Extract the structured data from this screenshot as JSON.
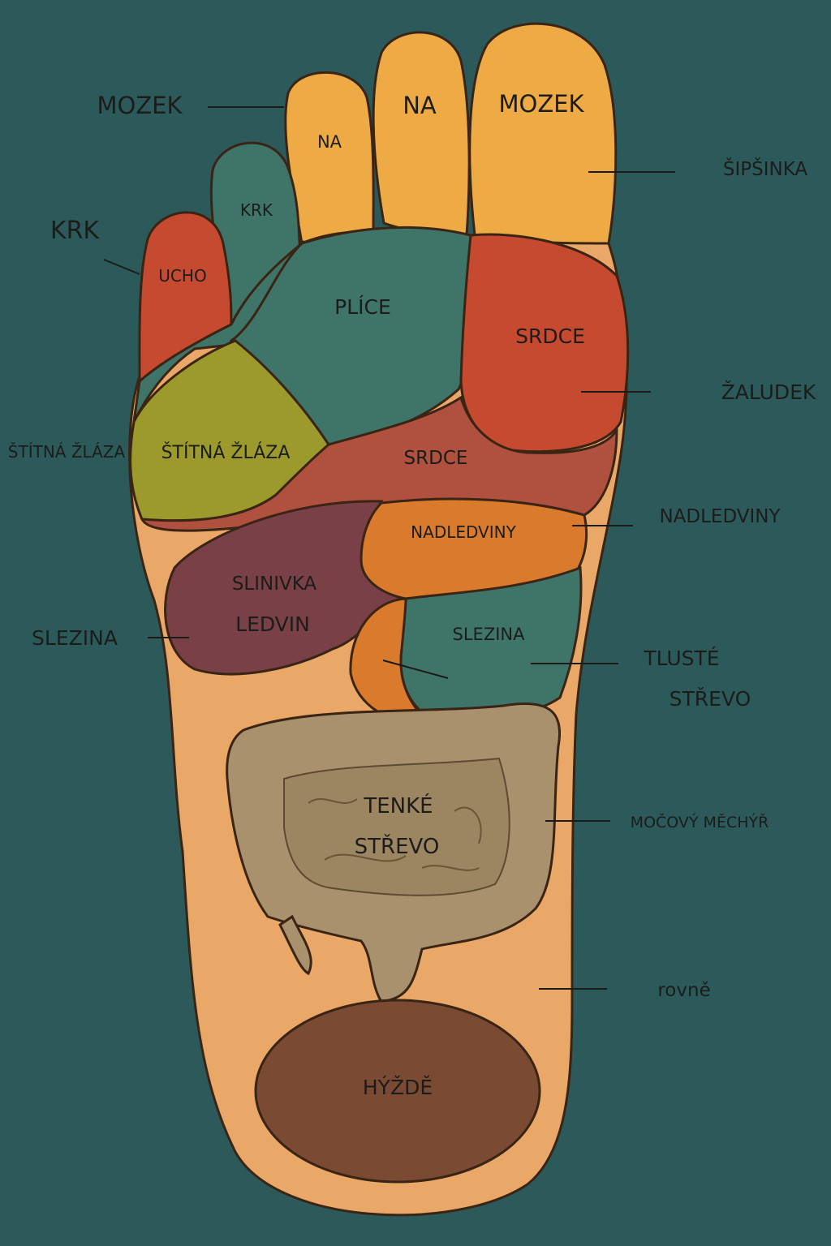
{
  "colors": {
    "background": "#2c5a5b",
    "skin": "#e9a868",
    "toe": "#eeaa45",
    "outline": "#3a2414",
    "teal_zone": "#3f7469",
    "red_zone": "#c64a30",
    "olive_zone": "#9c9a2c",
    "rose_zone": "#b0503f",
    "orange_zone": "#d97a2c",
    "plum_zone": "#7a4048",
    "intestine": "#a8916c",
    "heel": "#7a4a33"
  },
  "zones": {
    "big_toe": "MOZEK",
    "second_toe": "NA",
    "third_toe": "NA",
    "fourth_toe": "KRK",
    "little_toe": "UCHO",
    "lungs": "PLÍCE",
    "heart_upper": "SRDCE",
    "heart_lower": "SRDCE",
    "thyroid": "ŠTÍTNÁ ŽLÁZA",
    "adrenals": "NADLEDVINY",
    "pancreas_line1": "SLINIVKA",
    "pancreas_line2": "LEDVIN",
    "spleen": "SLEZINA",
    "small_intestine_line1": "TENKÉ",
    "small_intestine_line2": "STŘEVO",
    "heel": "HÝŽDĚ"
  },
  "callouts": {
    "mozek": "MOZEK",
    "krk": "KRK",
    "sipsinka": "ŠIPŠINKA",
    "zaludek": "ŽALUDEK",
    "stitna_zlaza": "ŠTÍTNÁ ŽLÁZA",
    "nadledviny": "NADLEDVINY",
    "slezina": "SLEZINA",
    "tluste_line1": "TLUSTÉ",
    "tluste_line2": "STŘEVO",
    "mocovy_mechyr": "MOČOVÝ MĚCHÝŘ",
    "rovne": "rovně"
  }
}
